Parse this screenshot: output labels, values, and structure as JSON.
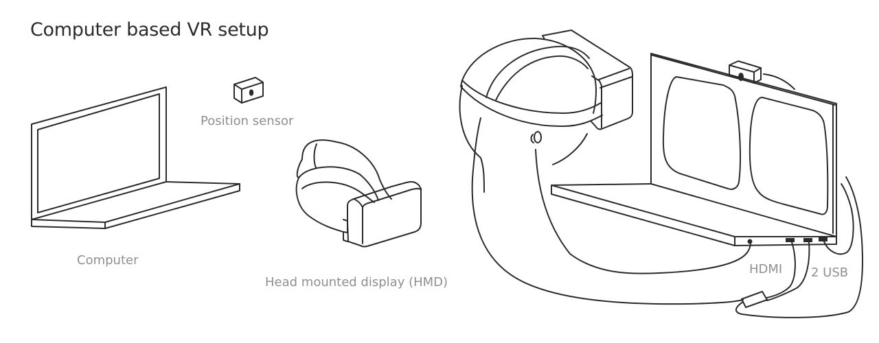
{
  "title": "Computer based VR setup",
  "labels": {
    "position_sensor": "Position sensor",
    "computer": "Computer",
    "hmd": "Head mounted display (HMD)",
    "hdmi": "HDMI",
    "usb": "2 USB"
  },
  "colors": {
    "title": "#2b2b2b",
    "label": "#8f8f8f",
    "stroke": "#2a2a2a",
    "background": "#ffffff"
  }
}
